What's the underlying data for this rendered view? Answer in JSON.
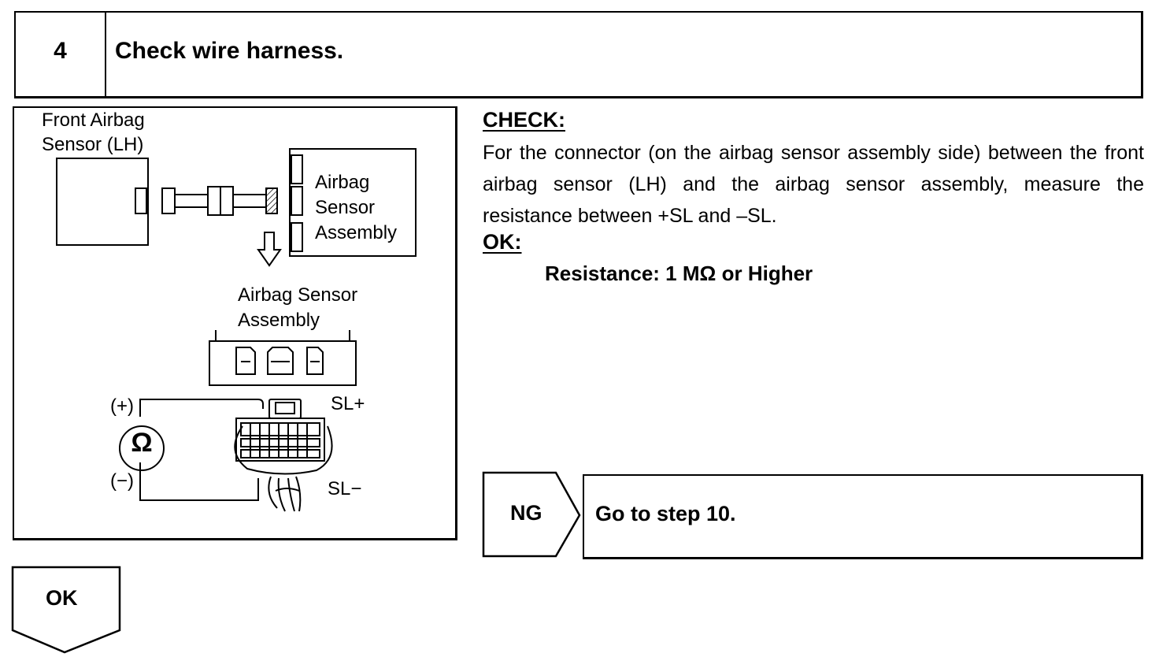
{
  "step": {
    "number": "4",
    "title": "Check wire harness."
  },
  "illustration": {
    "front_sensor_label_1": "Front Airbag",
    "front_sensor_label_2": "Sensor (LH)",
    "assembly_label_1": "Airbag",
    "assembly_label_2": "Sensor",
    "assembly_label_3": "Assembly",
    "connector_label_1": "Airbag Sensor",
    "connector_label_2": "Assembly",
    "plus_label": "(+)",
    "minus_label": "(−)",
    "ohm_symbol": "Ω",
    "sl_plus_label": "SL+",
    "sl_minus_label": "SL−"
  },
  "check": {
    "heading": "CHECK:",
    "body": "For the connector (on the airbag sensor assembly side) be­tween the front airbag sensor (LH) and the airbag sensor as­sembly, measure the resistance between +SL and –SL."
  },
  "ok": {
    "heading": "OK:",
    "spec": "Resistance: 1 MΩ or Higher"
  },
  "ng": {
    "label": "NG",
    "action": "Go to step 10."
  },
  "ok_result": {
    "label": "OK"
  }
}
